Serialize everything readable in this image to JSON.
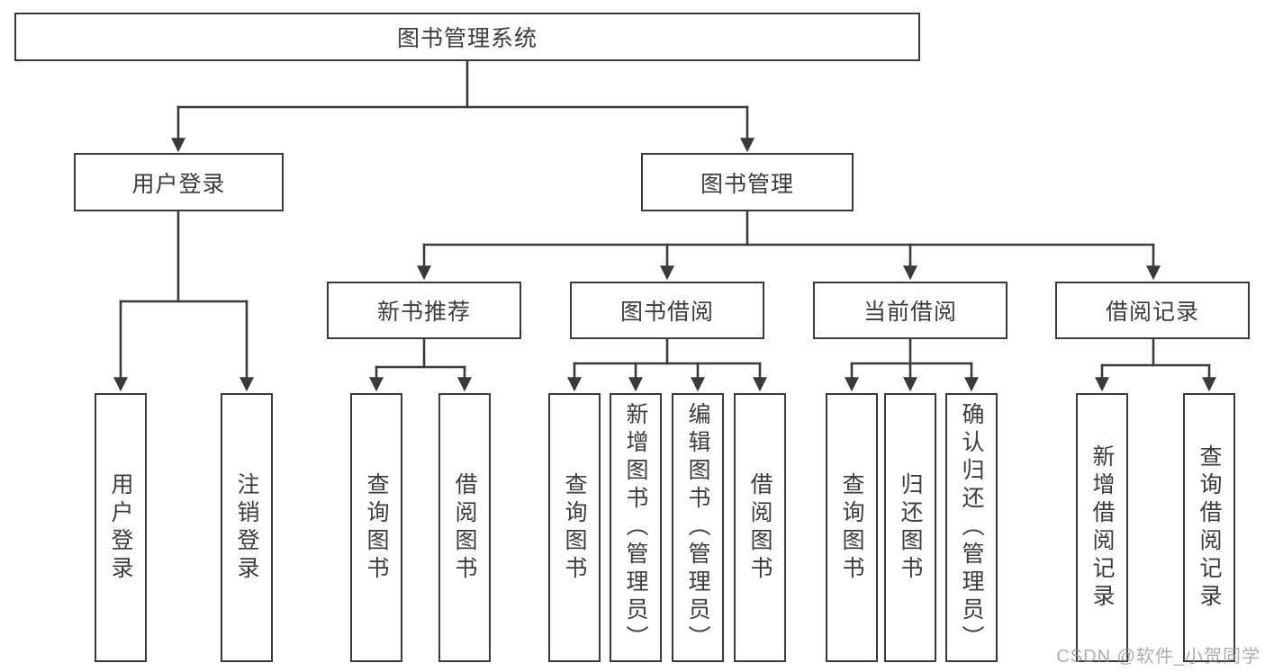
{
  "diagram": {
    "type": "hierarchy-tree",
    "tree": {
      "label": "图书管理系统",
      "children": [
        {
          "label": "用户登录",
          "children": [
            {
              "label": "用户登录"
            },
            {
              "label": "注销登录"
            }
          ]
        },
        {
          "label": "图书管理",
          "children": [
            {
              "label": "新书推荐",
              "children": [
                {
                  "label": "查询图书"
                },
                {
                  "label": "借阅图书"
                }
              ]
            },
            {
              "label": "图书借阅",
              "children": [
                {
                  "label": "查询图书"
                },
                {
                  "label": "新增图书（管理员）"
                },
                {
                  "label": "编辑图书（管理员）"
                },
                {
                  "label": "借阅图书"
                }
              ]
            },
            {
              "label": "当前借阅",
              "children": [
                {
                  "label": "查询图书"
                },
                {
                  "label": "归还图书"
                },
                {
                  "label": "确认归还（管理员）"
                }
              ]
            },
            {
              "label": "借阅记录",
              "children": [
                {
                  "label": "新增借阅记录"
                },
                {
                  "label": "查询借阅记录"
                }
              ]
            }
          ]
        }
      ]
    }
  },
  "colors": {
    "line": "#3a3a3a",
    "box_border": "#3a3a3a",
    "text": "#3c3c3c",
    "background": "#ffffff",
    "watermark": "#969696"
  },
  "watermark": {
    "text": "CSDN @软件_小贺同学"
  }
}
